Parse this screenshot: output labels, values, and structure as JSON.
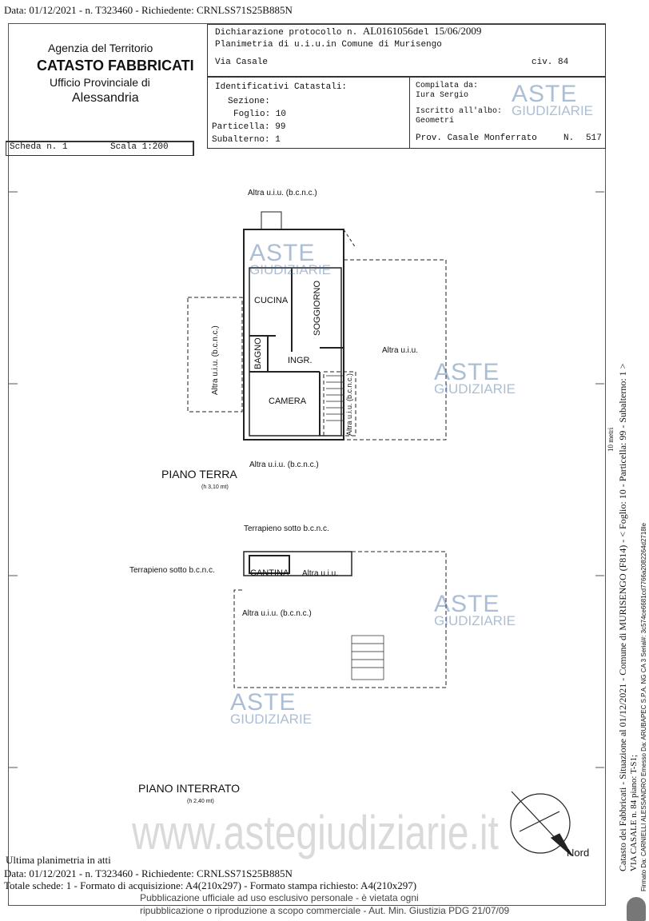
{
  "header_line": "Data: 01/12/2021 - n. T323460 - Richiedente: CRNLSS71S25B885N",
  "agency": {
    "line1": "Agenzia del Territorio",
    "line2": "CATASTO FABBRICATI",
    "line3": "Ufficio Provinciale di",
    "line4": "Alessandria"
  },
  "declaration": {
    "protocol_label": "Dichiarazione protocollo n.",
    "protocol_number": "AL0161056",
    "date_label": "del",
    "date": "15/06/2009",
    "planimetria": "Planimetria di u.i.u.in Comune di Murisengo",
    "address": "Via Casale",
    "civ": "civ. 84"
  },
  "identifiers": {
    "title": "Identificativi Catastali:",
    "sezione": "Sezione:",
    "foglio": "Foglio: 10",
    "particella": "Particella: 99",
    "subalterno": "Subalterno: 1"
  },
  "compiler": {
    "label": "Compilata da:",
    "name": "Iura Sergio",
    "albo_label": "Iscritto all'albo:",
    "albo": "Geometri",
    "prov": "Prov. Casale Monferrato",
    "n_label": "N.",
    "n": "517"
  },
  "scheda": {
    "label": "Scheda n. 1",
    "scale": "Scala 1:200"
  },
  "plan_ground": {
    "top_label": "Altra u.i.u. (b.c.n.c.)",
    "cucina": "CUCINA",
    "soggiorno": "SOGGIORNO",
    "bagno": "BAGNO",
    "ingr": "INGR.",
    "camera": "CAMERA",
    "right_label": "Altra u.i.u.",
    "left_label": "Altra u.i.u. (b.c.n.c.)",
    "stair_label": "Altra u.i.u. (b.c.n.c.)",
    "bottom_label": "Altra u.i.u. (b.c.n.c.)",
    "title": "PIANO TERRA",
    "height": "(h 3,10 mt)"
  },
  "plan_basement": {
    "top_label": "Terrapieno sotto b.c.n.c.",
    "left_label": "Terrapieno sotto b.c.n.c.",
    "cantina": "CANTINA",
    "right_label": "Altra u.i.u.",
    "mid_label": "Altra u.i.u. (b.c.n.c.)",
    "title": "PIANO INTERRATO",
    "height": "(h 2,40 mt)"
  },
  "compass": {
    "label": "Nord"
  },
  "watermark": {
    "aste": "ASTE",
    "giudiziarie": "GIUDIZIARIE",
    "url": "www.astegiudiziarie.it"
  },
  "footer": {
    "last": "Ultima planimetria in atti",
    "line1": "Data: 01/12/2021 - n. T323460 - Richiedente: CRNLSS71S25B885N",
    "line2": "Totale schede: 1 - Formato di acquisizione: A4(210x297) - Formato stampa richiesto: A4(210x297)",
    "notice1": "Pubblicazione ufficiale ad uso esclusivo personale - è vietata ogni",
    "notice2": "ripubblicazione o riproduzione a scopo commerciale - Aut. Min. Giustizia PDG 21/07/09"
  },
  "side": {
    "main": "Catasto dei Fabbricati - Situazione al 01/12/2021 - Comune di MURISENGO (F814) - < Foglio: 10 - Particella: 99 - Subalterno: 1 >",
    "sub": "VIA CASALE n. 84 piano: T-S1;",
    "signed": "Firmato Da: CARNIELLI ALESSANDRO Emesso Da: ARUBAPEC S.P.A. NG CA 3 Serial#: 3c574ce6681cd7766a2082264d2718le",
    "scale_mark": "10 metri"
  }
}
